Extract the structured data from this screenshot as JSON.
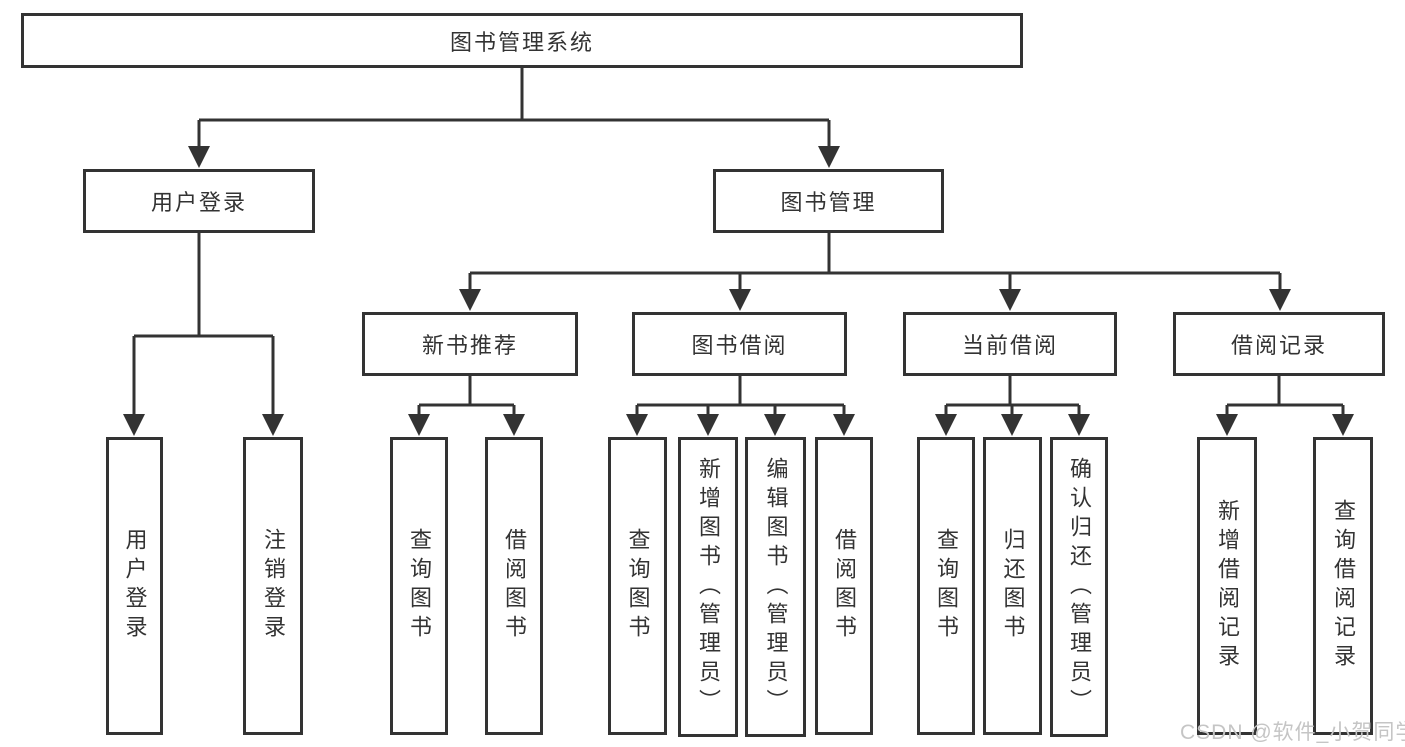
{
  "diagram": {
    "type": "hierarchy-tree",
    "root": {
      "label": "图书管理系统"
    },
    "level2": [
      {
        "label": "用户登录"
      },
      {
        "label": "图书管理"
      }
    ],
    "level3": [
      {
        "label": "新书推荐",
        "parent": "图书管理"
      },
      {
        "label": "图书借阅",
        "parent": "图书管理"
      },
      {
        "label": "当前借阅",
        "parent": "图书管理"
      },
      {
        "label": "借阅记录",
        "parent": "图书管理"
      }
    ],
    "leaves": [
      {
        "label": "用户登录",
        "parent": "用户登录"
      },
      {
        "label": "注销登录",
        "parent": "用户登录"
      },
      {
        "label": "查询图书",
        "parent": "新书推荐"
      },
      {
        "label": "借阅图书",
        "parent": "新书推荐"
      },
      {
        "label": "查询图书",
        "parent": "图书借阅"
      },
      {
        "label": "新增图书（管理员）",
        "parent": "图书借阅"
      },
      {
        "label": "编辑图书（管理员）",
        "parent": "图书借阅"
      },
      {
        "label": "借阅图书",
        "parent": "图书借阅"
      },
      {
        "label": "查询图书",
        "parent": "当前借阅"
      },
      {
        "label": "归还图书",
        "parent": "当前借阅"
      },
      {
        "label": "确认归还（管理员）",
        "parent": "当前借阅"
      },
      {
        "label": "新增借阅记录",
        "parent": "借阅记录"
      },
      {
        "label": "查询借阅记录",
        "parent": "借阅记录"
      }
    ],
    "watermark": "CSDN @软件_小贺同学",
    "colors": {
      "line": "#333333",
      "box_background": "#ffffff",
      "text": "#333333",
      "watermark": "#c5c5c5",
      "page_background": "#ffffff"
    }
  }
}
